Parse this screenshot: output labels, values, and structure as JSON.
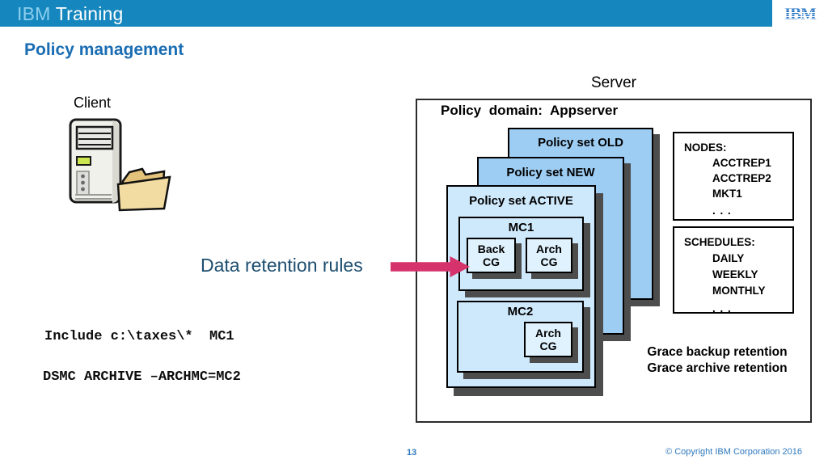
{
  "header": {
    "bar_brand": "IBM",
    "bar_product": "Training",
    "logo_text": "IBM",
    "logo_reg": "®"
  },
  "slide": {
    "title": "Policy management",
    "client": {
      "label": "Client"
    },
    "server": {
      "label": "Server",
      "domain_title": "Policy domain: Appserver"
    },
    "policy_sets": {
      "old": "Policy set OLD",
      "new": "Policy set NEW",
      "active": "Policy set ACTIVE"
    },
    "mc1": {
      "label": "MC1",
      "back_cg": "Back CG",
      "arch_cg": "Arch CG"
    },
    "mc2": {
      "label": "MC2",
      "arch_cg": "Arch CG"
    },
    "nodes": {
      "title": "NODES:",
      "items": [
        "ACCTREP1",
        "ACCTREP2",
        "MKT1",
        ". . ."
      ]
    },
    "schedules": {
      "title": "SCHEDULES:",
      "items": [
        "DAILY",
        "WEEKLY",
        "MONTHLY",
        ". . ."
      ]
    },
    "grace": {
      "line1": "Grace backup retention",
      "line2": "Grace archive retention"
    },
    "annotation": {
      "label": "Data retention rules"
    },
    "commands": {
      "line1": "Include c:\\taxes\\*  MC1",
      "line2": "DSMC ARCHIVE –ARCHMC=MC2"
    }
  },
  "footer": {
    "page_number": "13",
    "copyright": "© Copyright IBM Corporation 2016"
  },
  "colors": {
    "header_bar": "#1687be",
    "header_ibm_text": "#8ccfee",
    "title_blue": "#1a6db3",
    "policy_set_blue": "#9ecdf3",
    "policy_set_light_blue": "#cfe9fc",
    "cg_fill": "#dff2fd",
    "box_shadow_gray": "#4d4d4d",
    "arrow_pink": "#d6336c",
    "annotation_blue": "#1d4e70",
    "footer_blue": "#2e79bd",
    "ibm_logo_blue": "#1f70c1"
  }
}
